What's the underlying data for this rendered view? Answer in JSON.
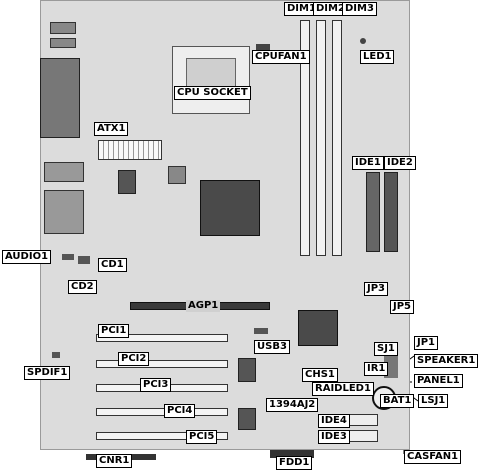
{
  "labels": {
    "dim1": "DIM1",
    "dim2": "DIM2",
    "dim3": "DIM3",
    "cpufan1": "CPUFAN1",
    "led1": "LED1",
    "cpu_socket": "CPU SOCKET",
    "atx1": "ATX1",
    "ide1": "IDE1",
    "ide2": "IDE2",
    "audio1": "AUDIO1",
    "cd1": "CD1",
    "cd2": "CD2",
    "jp3": "JP3",
    "jp5": "JP5",
    "agp1": "AGP1",
    "pci1": "PCI1",
    "pci2": "PCI2",
    "pci3": "PCI3",
    "pci4": "PCI4",
    "pci5": "PCI5",
    "usb3": "USB3",
    "jp1": "JP1",
    "sj1": "SJ1",
    "speaker1": "SPEAKER1",
    "spdif1": "SPDIF1",
    "ir1": "IR1",
    "chs1": "CHS1",
    "panel1": "PANEL1",
    "raidled1": "RAIDLED1",
    "bat1": "BAT1",
    "lsj1": "LSJ1",
    "ieee1394aj2": "1394AJ2",
    "ide4": "IDE4",
    "ide3": "IDE3",
    "casfan1": "CASFAN1",
    "cnr1": "CNR1",
    "fdd1": "FDD1"
  },
  "colors": {
    "board": "#dcdcdc",
    "chip": "#555555",
    "slot_white": "#f4f4f4",
    "slot_dark": "#3a3a3a"
  }
}
